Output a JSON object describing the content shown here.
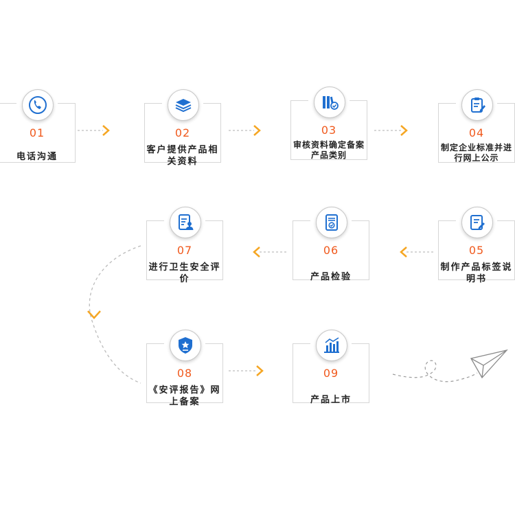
{
  "steps": [
    {
      "num": "01",
      "label": "电话沟通",
      "icon": "phone-icon"
    },
    {
      "num": "02",
      "label": "客户提供产品相关资料",
      "icon": "layers-icon"
    },
    {
      "num": "03",
      "label": "审核资料确定备案产品类别",
      "icon": "books-check-icon"
    },
    {
      "num": "04",
      "label": "制定企业标准并进行网上公示",
      "icon": "clipboard-edit-icon"
    },
    {
      "num": "05",
      "label": "制作产品标签说明书",
      "icon": "document-edit-icon"
    },
    {
      "num": "06",
      "label": "产品检验",
      "icon": "file-check-icon"
    },
    {
      "num": "07",
      "label": "进行卫生安全评价",
      "icon": "document-user-icon"
    },
    {
      "num": "08",
      "label": "《安评报告》网上备案",
      "icon": "shield-star-icon"
    },
    {
      "num": "09",
      "label": "产品上市",
      "icon": "bar-chart-icon"
    }
  ],
  "colors": {
    "accent": "#f5a623",
    "number": "#f05a1e",
    "icon": "#1f6fd0",
    "border": "#d6d6d6"
  }
}
